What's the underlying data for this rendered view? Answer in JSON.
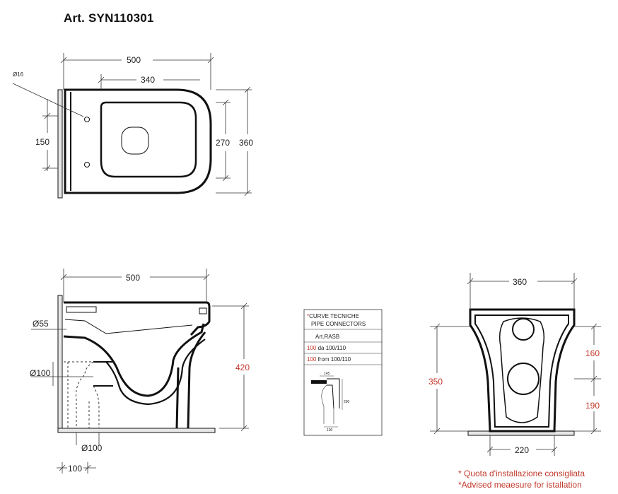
{
  "title": "Art. SYN110301",
  "top_view": {
    "width_total": "500",
    "width_inner": "340",
    "hole_diameter": "Ø16",
    "hole_spacing": "150",
    "depth_inner": "270",
    "depth_total": "360"
  },
  "side_view": {
    "width_total": "500",
    "drain_diameter": "Ø55",
    "outlet_diameter": "Ø100",
    "height": "420",
    "floor_outlet_diameter": "Ø100",
    "outlet_offset": "100"
  },
  "pipe_box": {
    "mark": "*",
    "line1": "CURVE TECNICHE",
    "line2": "PIPE CONNECTORS",
    "code": "Art.RASB",
    "row1_red": "100",
    "row1_text": " da 100/110",
    "row2_red": "100",
    "row2_text": " from 100/110",
    "sketch_dim_top": "145",
    "sketch_dim_side": "290",
    "sketch_dim_bottom": "100"
  },
  "rear_view": {
    "width_top": "360",
    "height_total": "350",
    "upper_offset": "160",
    "lower_offset": "190",
    "base_width": "220"
  },
  "notes": {
    "it": "* Quota d'installazione consigliata",
    "en": "*Advised meaesure for istallation"
  },
  "colors": {
    "accent_red": "#c0392b",
    "line": "#111111"
  }
}
